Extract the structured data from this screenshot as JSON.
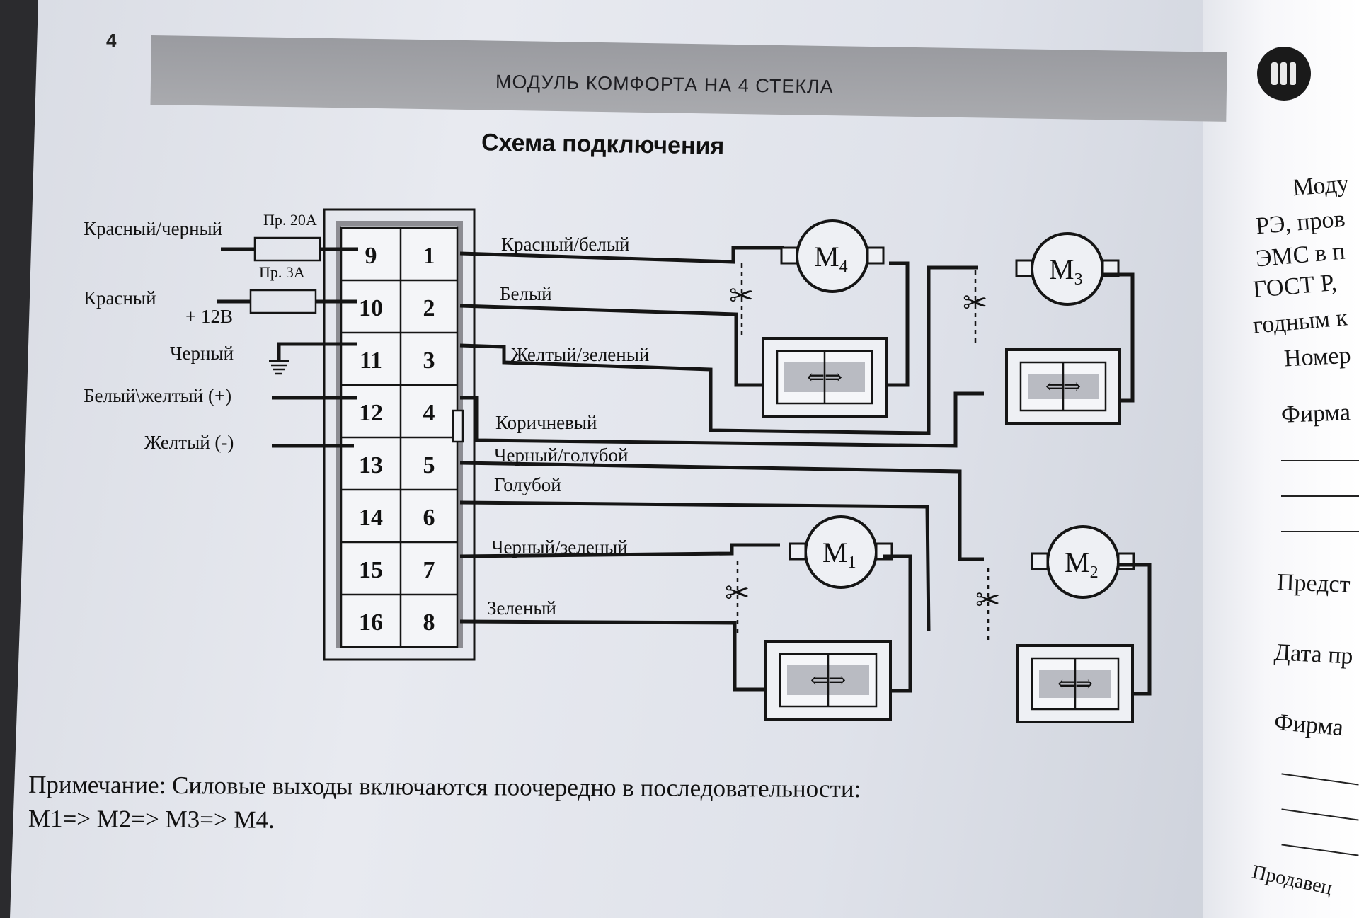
{
  "page_number": "4",
  "header": {
    "title": "МОДУЛЬ КОМФОРТА НА 4 СТЕКЛА"
  },
  "diagram": {
    "title": "Схема подключения",
    "left_wires": [
      {
        "label": "Красный/черный",
        "fuse": "Пр. 20А",
        "pin": "9"
      },
      {
        "label": "Красный",
        "sub": "+ 12В",
        "fuse": "Пр. 3А",
        "pin": "10"
      },
      {
        "label": "Черный",
        "pin": "11"
      },
      {
        "label": "Белый\\желтый (+)",
        "pin": "12"
      },
      {
        "label": "Желтый (-)",
        "pin": "13"
      }
    ],
    "connector_left_pins": [
      "9",
      "10",
      "11",
      "12",
      "13",
      "14",
      "15",
      "16"
    ],
    "connector_right_pins": [
      "1",
      "2",
      "3",
      "4",
      "5",
      "6",
      "7",
      "8"
    ],
    "right_wires": [
      {
        "label": "Красный/белый",
        "pin": "1"
      },
      {
        "label": "Белый",
        "pin": "2"
      },
      {
        "label": "Желтый/зеленый",
        "pin": "3"
      },
      {
        "label": "Коричневый",
        "pin": "4"
      },
      {
        "label": "Черный/голубой",
        "pin": "5"
      },
      {
        "label": "Голубой",
        "pin": "6"
      },
      {
        "label": "Черный/зеленый",
        "pin": "7"
      },
      {
        "label": "Зеленый",
        "pin": "8"
      }
    ],
    "motors": [
      {
        "name": "M",
        "sub": "4"
      },
      {
        "name": "M",
        "sub": "3"
      },
      {
        "name": "M",
        "sub": "1"
      },
      {
        "name": "M",
        "sub": "2"
      }
    ],
    "switch_symbol": "⇐⇒",
    "cut_symbol": "✂"
  },
  "note": {
    "line1": "Примечание: Силовые выходы включаются поочередно в последовательности:",
    "line2": "М1=> М2=> М3=> М4."
  },
  "right_page": {
    "lines": [
      "Моду",
      "РЭ, пров",
      "ЭМС в п",
      "ГОСТ Р,",
      "годным к",
      "Номер",
      "Фирма",
      "Предст",
      "Дата пр",
      "Фирма",
      "Продавец"
    ]
  }
}
